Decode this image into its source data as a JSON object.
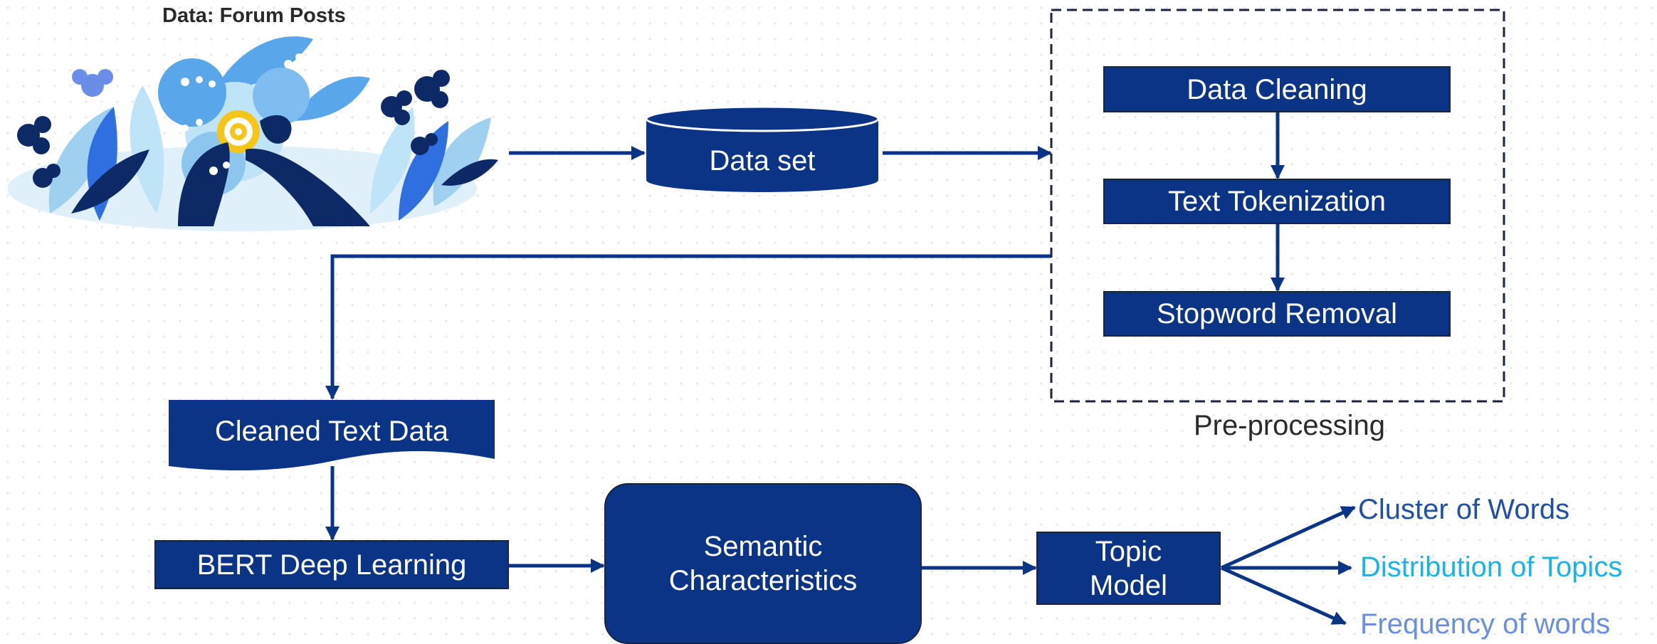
{
  "source_label": "Data: Forum Posts",
  "nodes": {
    "dataset": "Data set",
    "data_cleaning": "Data Cleaning",
    "tokenization": "Text Tokenization",
    "stopword_removal": "Stopword Removal",
    "preprocessing_label": "Pre-processing",
    "cleaned_text": "Cleaned Text Data",
    "bert": "BERT Deep Learning",
    "semantic_line1": "Semantic",
    "semantic_line2": "Characteristics",
    "topic_line1": "Topic",
    "topic_line2": "Model"
  },
  "outputs": [
    {
      "label": "Cluster of Words",
      "color": "#1f4fa6"
    },
    {
      "label": "Distribution of Topics",
      "color": "#19b3e6"
    },
    {
      "label": "Frequency of words",
      "color": "#6b8fe0"
    }
  ],
  "colors": {
    "node_fill": "#0b3486",
    "connector": "#0b3486",
    "preprocessing_border": "#1a2440",
    "illustration_dark": "#0d2a66",
    "illustration_mid": "#2f6fe0",
    "illustration_light": "#9fd0f0",
    "illustration_accent": "#f5c518"
  }
}
